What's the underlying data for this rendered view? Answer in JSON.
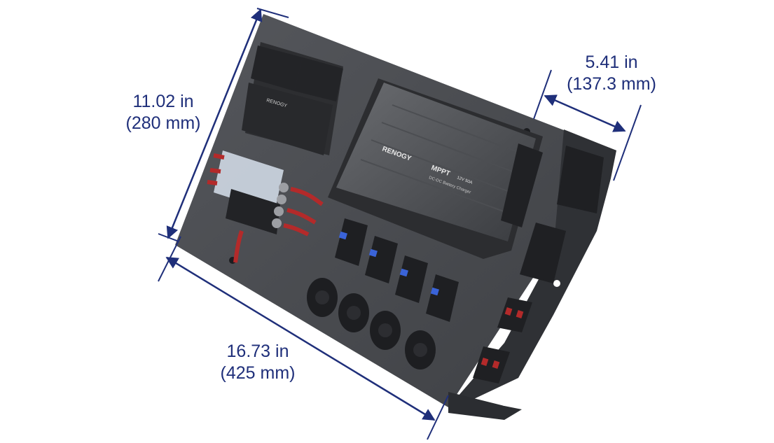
{
  "dimensions": {
    "height": {
      "imperial": "11.02 in",
      "metric": "(280 mm)"
    },
    "depth": {
      "imperial": "5.41 in",
      "metric": "(137.3 mm)"
    },
    "width": {
      "imperial": "16.73 in",
      "metric": "(425 mm)"
    }
  },
  "product": {
    "brand": "RENOGY",
    "charger_model": "MPPT",
    "charger_rating": "12V 50A",
    "charger_desc": "DC-DC Battery Charger"
  },
  "colors": {
    "dimension_line": "#1f2f7a",
    "panel": "#4b4d52",
    "panel_dark": "#35373b",
    "switch_light": "#3a63d8"
  },
  "icons": [
    "arrow-dimension-height",
    "arrow-dimension-width",
    "arrow-dimension-depth"
  ]
}
